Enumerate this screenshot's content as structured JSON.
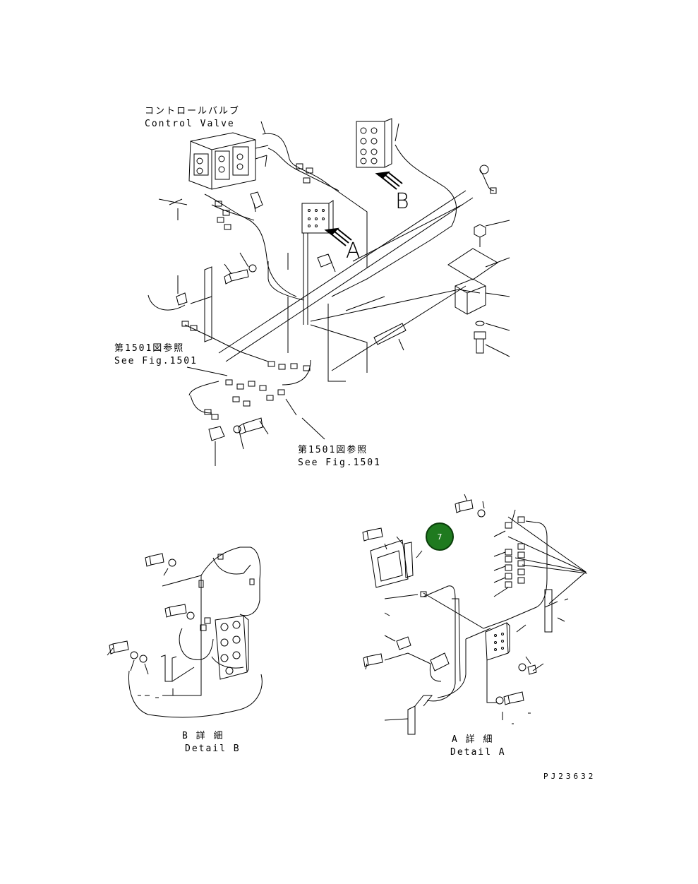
{
  "labels": {
    "control_valve_ja": "コントロールバルブ",
    "control_valve_en": "Control Valve",
    "see_fig_1_ja": "第1501図参照",
    "see_fig_1_en": "See Fig.1501",
    "see_fig_2_ja": "第1501図参照",
    "see_fig_2_en": "See Fig.1501",
    "view_a": "A",
    "view_b": "B",
    "detail_b_ja": "B 詳 細",
    "detail_b_en": "Detail B",
    "detail_a_ja": "A 詳 細",
    "detail_a_en": "Detail A",
    "drawing_number": "PJ23632"
  },
  "callout": {
    "number": "7",
    "color": "#1f7a1f"
  }
}
